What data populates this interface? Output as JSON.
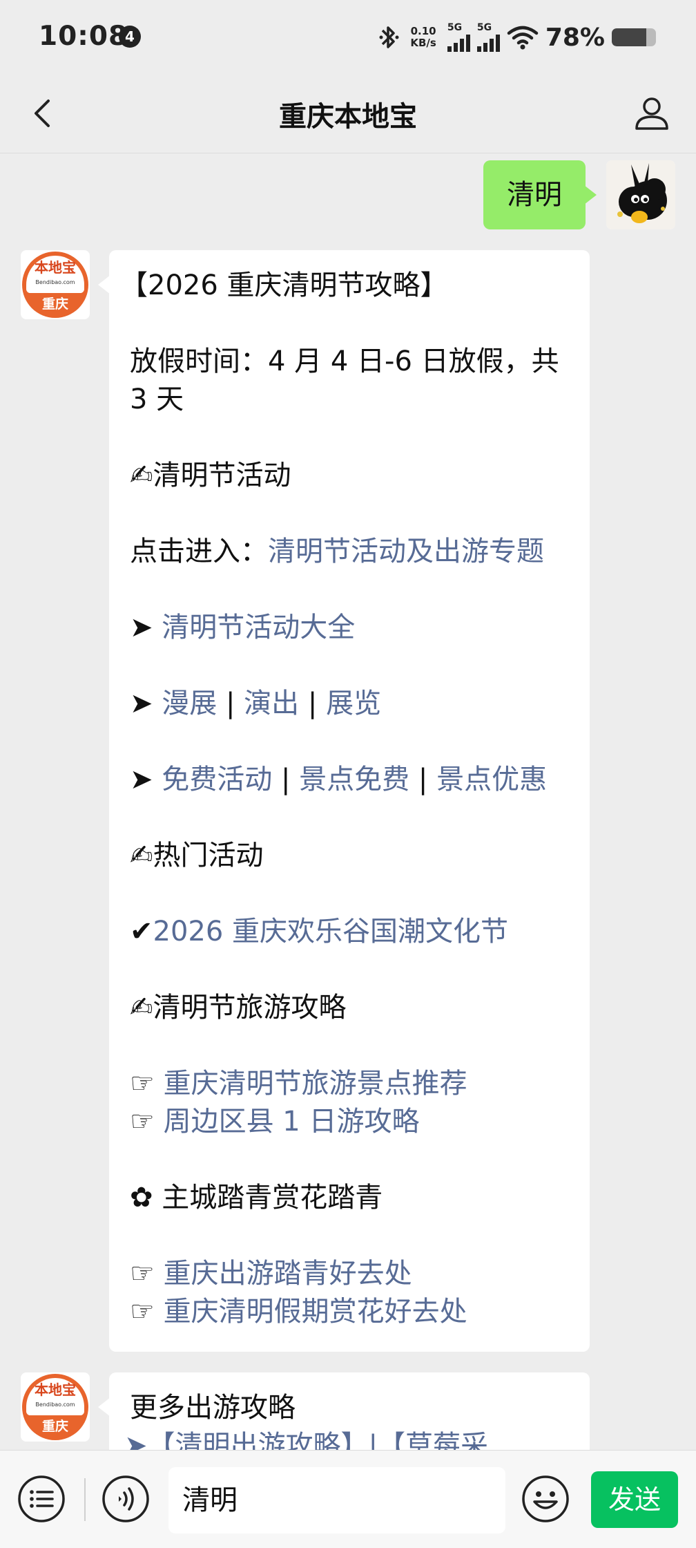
{
  "status_bar": {
    "time": "10:08",
    "notification_count": "4",
    "net_speed_value": "0.10",
    "net_speed_unit": "KB/s",
    "signal1_label": "5G",
    "signal2_label": "5G",
    "battery_text": "78%",
    "battery_level": 0.78
  },
  "nav": {
    "title": "重庆本地宝",
    "back_icon": "chevron-left-icon",
    "profile_icon": "person-icon"
  },
  "outgoing_message": {
    "text": "清明"
  },
  "bot": {
    "logo_name": "本地宝",
    "logo_url": "Bendibao.com",
    "logo_city": "重庆"
  },
  "message1": {
    "title": "【2026 重庆清明节攻略】",
    "holiday_text": "放假时间：4 月 4 日-6 日放假，共 3 天",
    "section_activities": "✍清明节活动",
    "click_enter_prefix": "点击进入：",
    "click_enter_link": "清明节活动及出游专题",
    "arrow": "➤",
    "link_activities_all": "清明节活动大全",
    "link_comic_expo": "漫展",
    "link_performance": "演出",
    "link_exhibition": "展览",
    "link_free_activities": "免费活动",
    "link_free_spots": "景点免费",
    "link_spot_discounts": "景点优惠",
    "separator": "|",
    "section_hot": "✍热门活动",
    "check_mark": "✔",
    "link_happy_valley": "2026 重庆欢乐谷国潮文化节",
    "section_travel": "✍清明节旅游攻略",
    "point": "☞",
    "link_travel_spots": "重庆清明节旅游景点推荐",
    "link_day_trip": "周边区县 1 日游攻略",
    "section_flowers": "✿ 主城踏青赏花踏青",
    "link_outing": "重庆出游踏青好去处",
    "link_flowers": "重庆清明假期赏花好去处"
  },
  "message2": {
    "title": "更多出游攻略",
    "partial_line": "➤【清明出游攻略】|【草莓采"
  },
  "input_bar": {
    "input_value": "清明",
    "send_label": "发送",
    "menu_icon": "list-icon",
    "voice_icon": "voice-icon",
    "emoji_icon": "emoji-icon"
  },
  "colors": {
    "background": "#ededed",
    "outgoing_bubble": "#95ec69",
    "link": "#576b95",
    "send_button": "#07c160",
    "logo_orange": "#e8642c"
  }
}
